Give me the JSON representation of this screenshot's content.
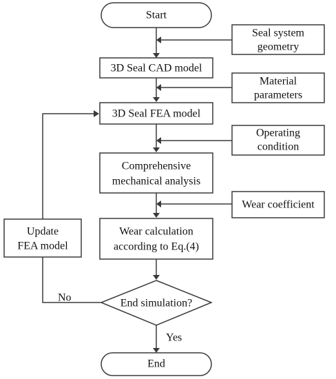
{
  "flowchart": {
    "start": "Start",
    "end": "End",
    "steps": {
      "cad": "3D Seal CAD model",
      "fea": "3D Seal FEA model",
      "analysis": [
        "Comprehensive",
        "mechanical analysis"
      ],
      "wear": [
        "Wear calculation",
        "according to Eq.(4)"
      ]
    },
    "inputs": {
      "geometry": [
        "Seal system",
        "geometry"
      ],
      "material": [
        "Material",
        "parameters"
      ],
      "operating": [
        "Operating",
        "condition"
      ],
      "wear_coefficient": "Wear coefficient"
    },
    "decision": "End simulation?",
    "update": [
      "Update",
      "FEA model"
    ],
    "edge_labels": {
      "no": "No",
      "yes": "Yes"
    }
  },
  "colors": {
    "stroke": "#3a3a3a",
    "fill": "#ffffff",
    "text": "#111111"
  }
}
